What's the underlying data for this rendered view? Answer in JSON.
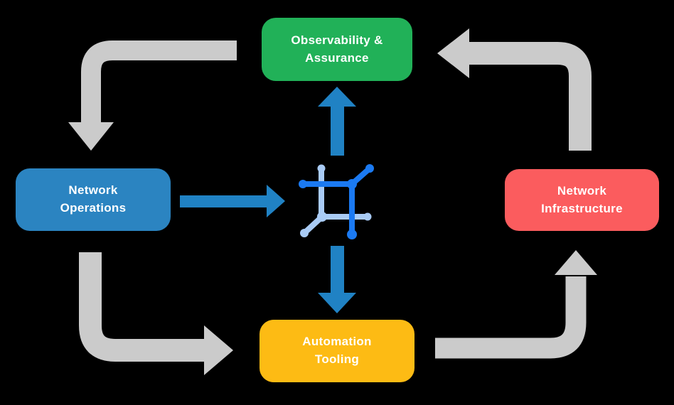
{
  "diagram": {
    "title": "network-automation-cycle",
    "background": "#000000",
    "nodes": {
      "observability": {
        "line1": "Observability &",
        "line2": "Assurance",
        "color": "#21B158"
      },
      "network_operations": {
        "line1": "Network",
        "line2": "Operations",
        "color": "#2B84C1"
      },
      "network_infrastructure": {
        "line1": "Network",
        "line2": "Infrastructure",
        "color": "#FB5C5E"
      },
      "automation_tooling": {
        "line1": "Automation",
        "line2": "Tooling",
        "color": "#FDBB14"
      }
    },
    "center_icon": {
      "name": "network-platform-icon",
      "dark_blue": "#1B7AF2",
      "light_blue": "#A9CBF5"
    },
    "colors": {
      "gray_arrow": "#CBCBCB",
      "blue_arrow": "#2082C4",
      "text": "#FFFFFF"
    },
    "flows": [
      {
        "from": "observability",
        "to": "network_operations",
        "style": "gray-elbow"
      },
      {
        "from": "network_operations",
        "to": "automation_tooling",
        "style": "gray-elbow"
      },
      {
        "from": "automation_tooling",
        "to": "network_infrastructure",
        "style": "gray-elbow"
      },
      {
        "from": "network_infrastructure",
        "to": "observability",
        "style": "gray-elbow"
      },
      {
        "from": "network_operations",
        "to": "center_icon",
        "style": "blue-straight"
      },
      {
        "from": "center_icon",
        "to": "observability",
        "style": "blue-straight"
      },
      {
        "from": "center_icon",
        "to": "automation_tooling",
        "style": "blue-straight"
      }
    ]
  }
}
